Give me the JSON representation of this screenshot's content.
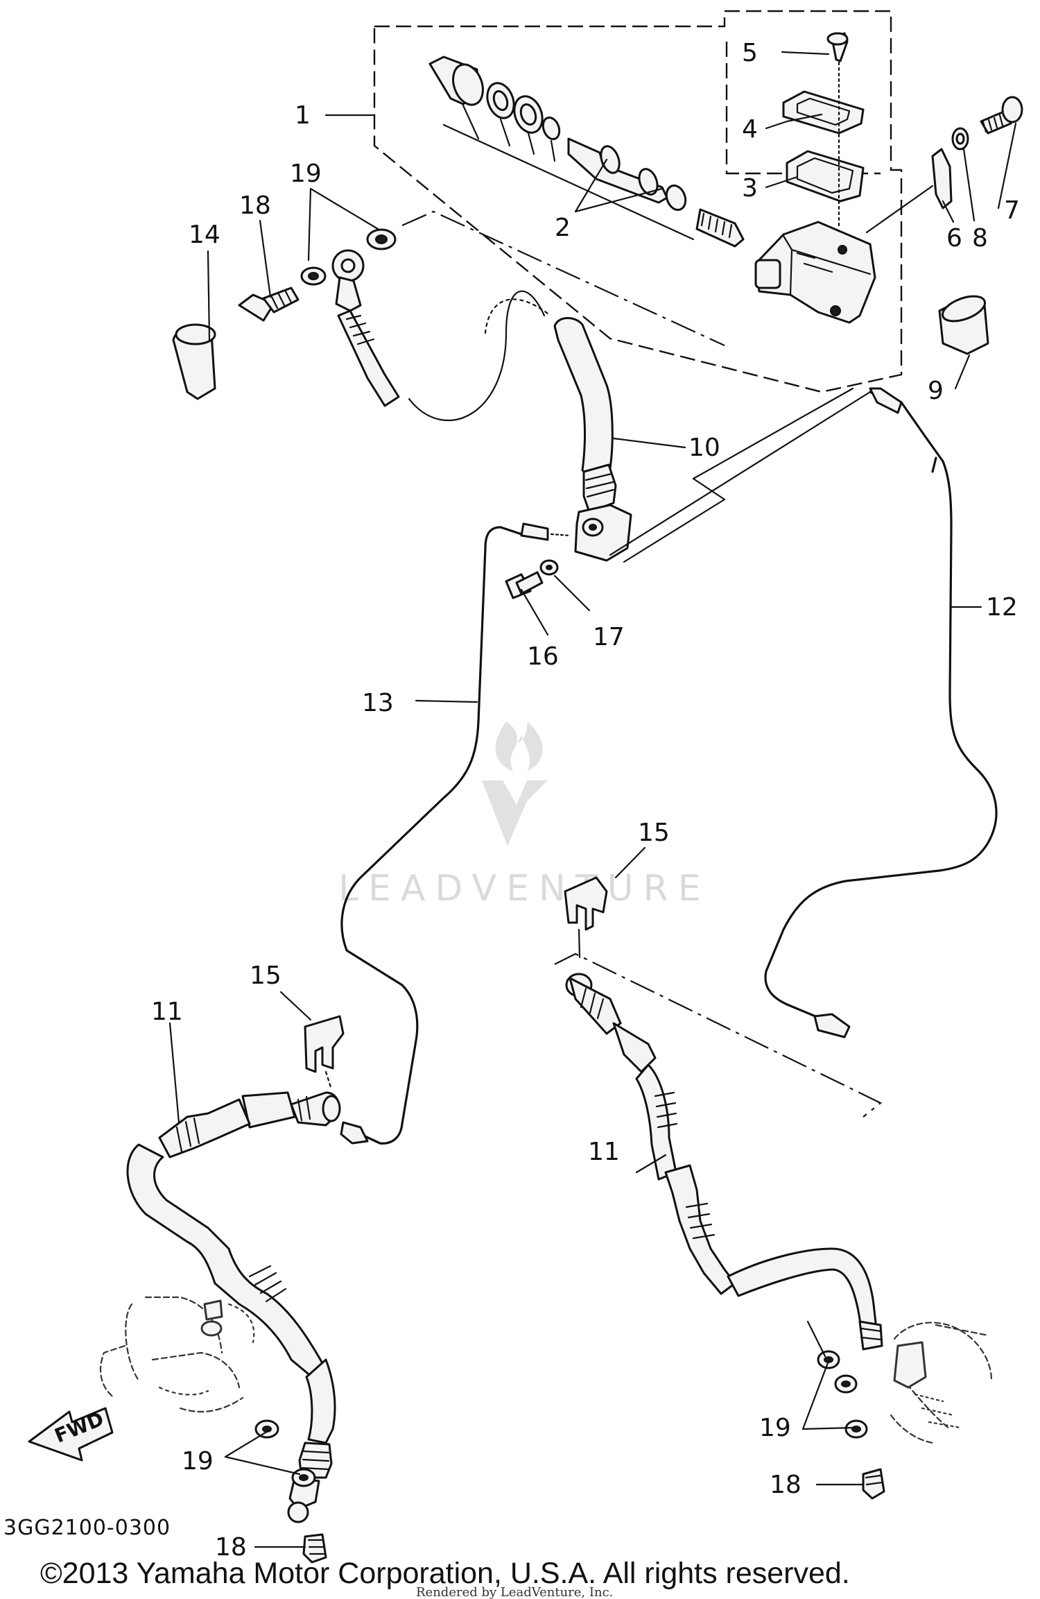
{
  "callouts": [
    {
      "id": "c1",
      "label": "1"
    },
    {
      "id": "c2",
      "label": "2"
    },
    {
      "id": "c3",
      "label": "3"
    },
    {
      "id": "c4",
      "label": "4"
    },
    {
      "id": "c5",
      "label": "5"
    },
    {
      "id": "c6",
      "label": "6"
    },
    {
      "id": "c7",
      "label": "7"
    },
    {
      "id": "c8",
      "label": "8"
    },
    {
      "id": "c9",
      "label": "9"
    },
    {
      "id": "c10",
      "label": "10"
    },
    {
      "id": "c11a",
      "label": "11"
    },
    {
      "id": "c11b",
      "label": "11"
    },
    {
      "id": "c12",
      "label": "12"
    },
    {
      "id": "c13",
      "label": "13"
    },
    {
      "id": "c14",
      "label": "14"
    },
    {
      "id": "c15a",
      "label": "15"
    },
    {
      "id": "c15b",
      "label": "15"
    },
    {
      "id": "c16",
      "label": "16"
    },
    {
      "id": "c17",
      "label": "17"
    },
    {
      "id": "c18a",
      "label": "18"
    },
    {
      "id": "c18b",
      "label": "18"
    },
    {
      "id": "c18c",
      "label": "18"
    },
    {
      "id": "c19a",
      "label": "19"
    },
    {
      "id": "c19b",
      "label": "19"
    },
    {
      "id": "c19c",
      "label": "19"
    }
  ],
  "diagram_code": "3GG2100-0300",
  "fwd_label": "FWD",
  "copyright": "©2013 Yamaha Motor Corporation, U.S.A. All rights reserved.",
  "rendered_by": "Rendered by LeadVenture, Inc.",
  "watermark": "LEADVENTURE"
}
